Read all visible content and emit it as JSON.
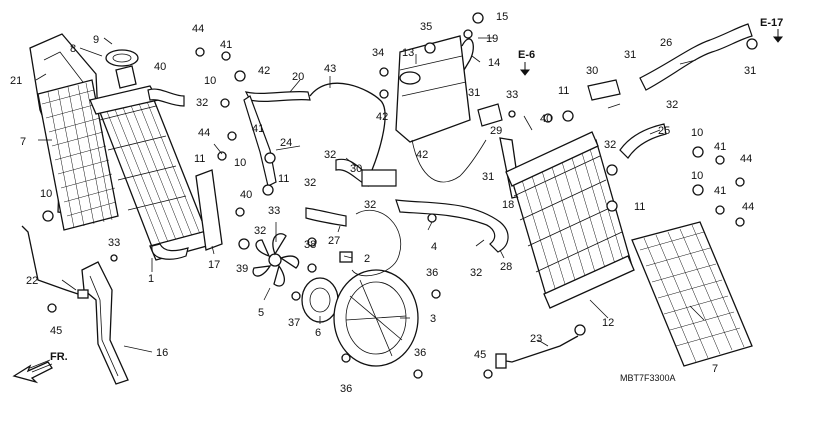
{
  "diagram": {
    "code": "MBT7F3300A",
    "direction_label": "FR.",
    "refs": [
      "E-17",
      "E-6"
    ],
    "callouts": [
      "1",
      "2",
      "3",
      "4",
      "5",
      "6",
      "7",
      "7",
      "8",
      "9",
      "10",
      "10",
      "10",
      "10",
      "10",
      "11",
      "11",
      "11",
      "11",
      "12",
      "13",
      "14",
      "15",
      "16",
      "17",
      "18",
      "19",
      "20",
      "21",
      "22",
      "23",
      "24",
      "25",
      "26",
      "27",
      "28",
      "29",
      "30",
      "30",
      "31",
      "31",
      "31",
      "31",
      "32",
      "32",
      "32",
      "32",
      "32",
      "32",
      "32",
      "32",
      "33",
      "33",
      "33",
      "34",
      "35",
      "36",
      "36",
      "36",
      "37",
      "38",
      "39",
      "40",
      "40",
      "40",
      "41",
      "41",
      "41",
      "41",
      "42",
      "42",
      "42",
      "43",
      "44",
      "44",
      "44",
      "44",
      "45",
      "45"
    ]
  }
}
